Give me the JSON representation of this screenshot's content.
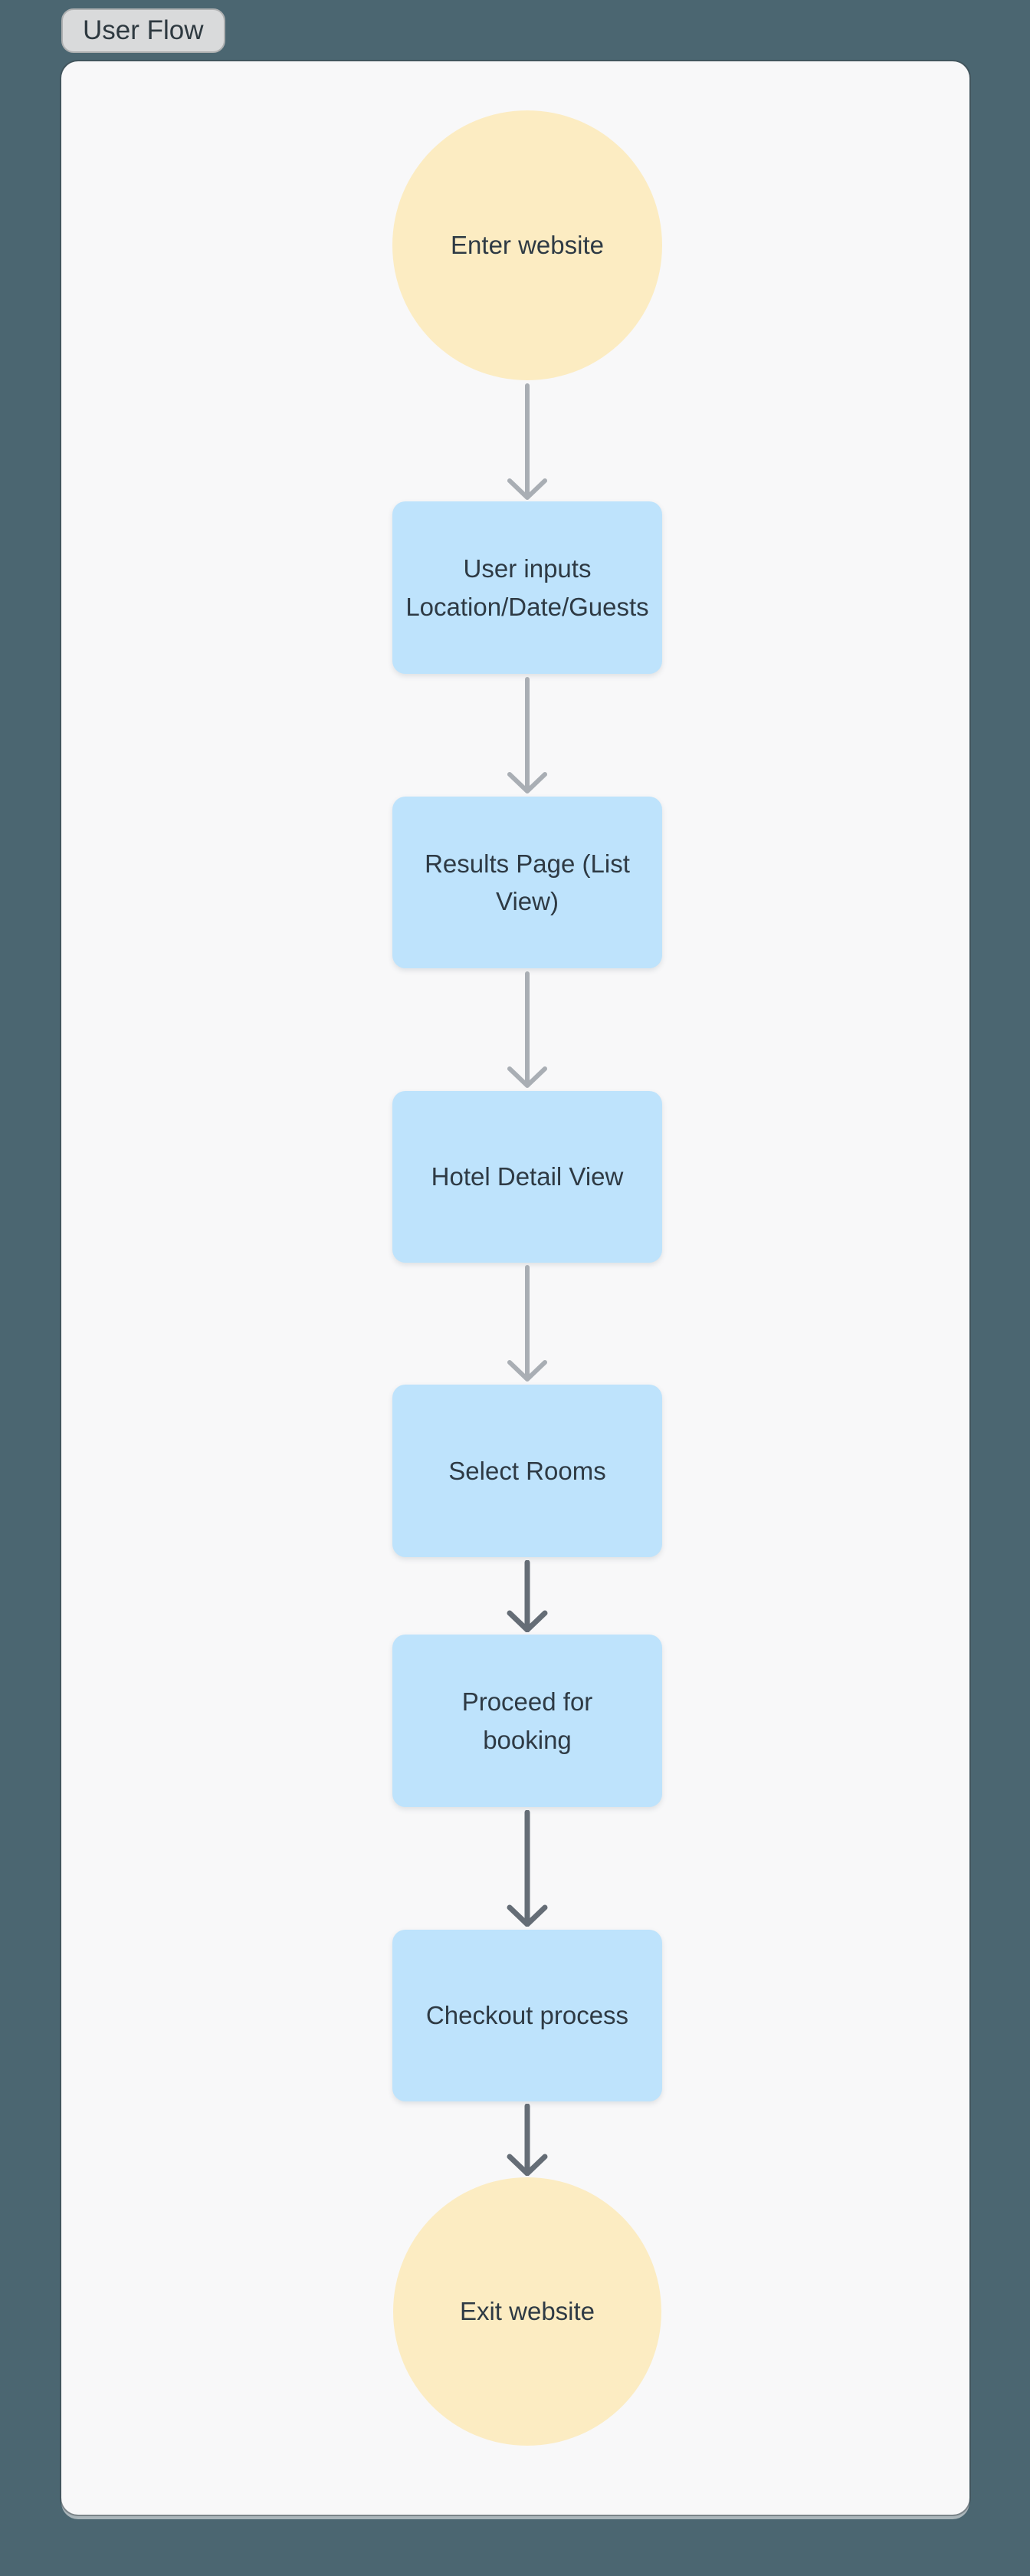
{
  "frame": {
    "label": "User Flow"
  },
  "diagram": {
    "type": "flowchart",
    "direction": "top-down",
    "nodes": [
      {
        "id": "enter-website",
        "shape": "ellipse",
        "label": "Enter website",
        "fill": "#fcecc2"
      },
      {
        "id": "user-inputs",
        "shape": "rectangle",
        "label": "User inputs Location/Date/Guests",
        "fill": "#bee3fc"
      },
      {
        "id": "results-page",
        "shape": "rectangle",
        "label": "Results Page (List View)",
        "fill": "#bee3fc"
      },
      {
        "id": "hotel-detail",
        "shape": "rectangle",
        "label": "Hotel Detail View",
        "fill": "#bee3fc"
      },
      {
        "id": "select-rooms",
        "shape": "rectangle",
        "label": "Select Rooms",
        "fill": "#bee3fc"
      },
      {
        "id": "proceed-booking",
        "shape": "rectangle",
        "label": "Proceed for booking",
        "fill": "#bee3fc"
      },
      {
        "id": "checkout",
        "shape": "rectangle",
        "label": "Checkout process",
        "fill": "#bee3fc"
      },
      {
        "id": "exit-website",
        "shape": "ellipse",
        "label": "Exit website",
        "fill": "#fcecc2"
      }
    ],
    "edges": [
      {
        "from": "enter-website",
        "to": "user-inputs",
        "style": "arrow",
        "color": "#a9aeb4"
      },
      {
        "from": "user-inputs",
        "to": "results-page",
        "style": "arrow",
        "color": "#a9aeb4"
      },
      {
        "from": "results-page",
        "to": "hotel-detail",
        "style": "arrow",
        "color": "#a9aeb4"
      },
      {
        "from": "hotel-detail",
        "to": "select-rooms",
        "style": "arrow",
        "color": "#a9aeb4"
      },
      {
        "from": "select-rooms",
        "to": "proceed-booking",
        "style": "arrow",
        "color": "#656d76"
      },
      {
        "from": "proceed-booking",
        "to": "checkout",
        "style": "arrow",
        "color": "#656d76"
      },
      {
        "from": "checkout",
        "to": "exit-website",
        "style": "arrow",
        "color": "#656d76"
      }
    ]
  },
  "colors": {
    "canvas_background": "#4b6671",
    "frame_background": "#f8f8f9",
    "frame_label_background": "#d9dadb",
    "node_blue": "#bee3fc",
    "node_yellow": "#fcecc2",
    "node_text": "#2e3a44",
    "arrow_light": "#a9aeb4",
    "arrow_dark": "#656d76"
  }
}
